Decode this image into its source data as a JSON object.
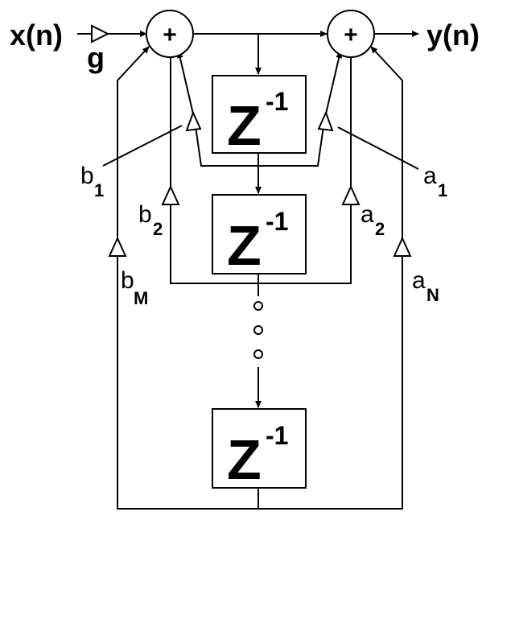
{
  "input_label": "x(n)",
  "output_label": "y(n)",
  "input_gain": "g",
  "summing_node_symbol": "+",
  "delay_label": {
    "base": "Z",
    "exponent": "-1"
  },
  "feedforward_coefficients": [
    {
      "letter": "b",
      "sub": "1"
    },
    {
      "letter": "b",
      "sub": "2"
    },
    {
      "letter": "b",
      "sub": "M"
    }
  ],
  "feedback_coefficients": [
    {
      "letter": "a",
      "sub": "1"
    },
    {
      "letter": "a",
      "sub": "2"
    },
    {
      "letter": "a",
      "sub": "N"
    }
  ]
}
